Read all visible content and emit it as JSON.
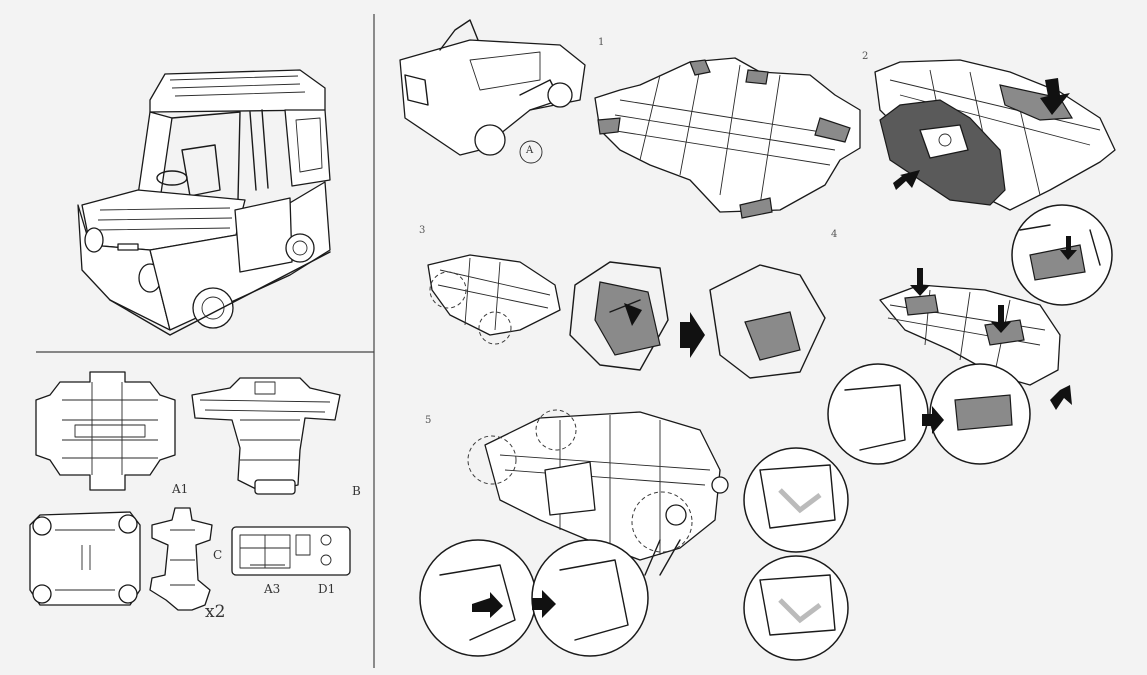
{
  "background_color": "#f3f3f3",
  "line_color": "#1a1a1a",
  "parts_labels": {
    "a1": "A1",
    "b": "B",
    "c": "C",
    "a3": "A3",
    "d1": "D1",
    "quantity": "x2"
  },
  "assembly": {
    "header_callout": "A",
    "steps": [
      "1",
      "2",
      "3",
      "4",
      "5"
    ]
  }
}
